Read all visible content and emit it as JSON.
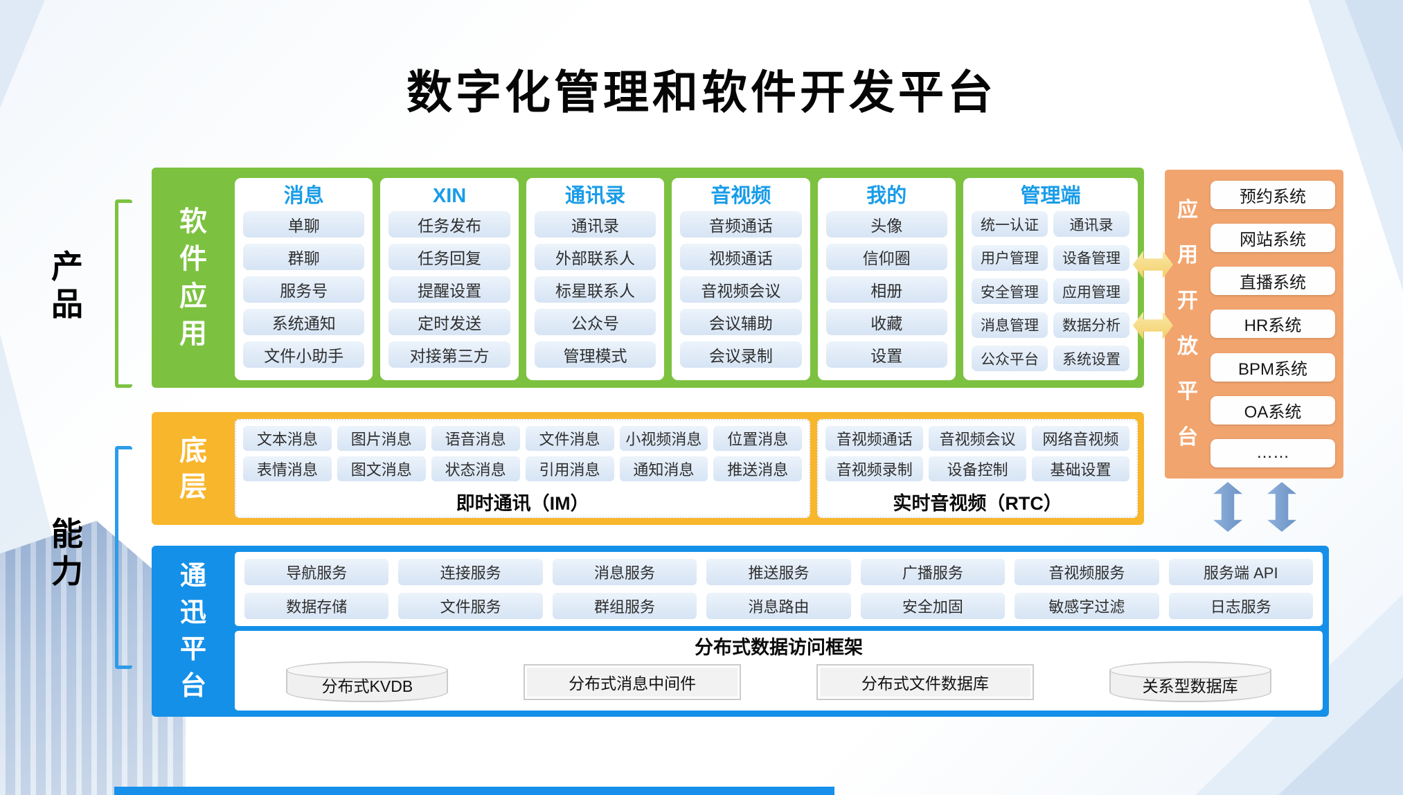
{
  "title": "数字化管理和软件开发平台",
  "left_labels": {
    "product": "产品",
    "capability": "能力"
  },
  "software_app": {
    "label": "软件应用",
    "columns": [
      {
        "header": "消息",
        "items": [
          "单聊",
          "群聊",
          "服务号",
          "系统通知",
          "文件小助手"
        ]
      },
      {
        "header": "XIN",
        "items": [
          "任务发布",
          "任务回复",
          "提醒设置",
          "定时发送",
          "对接第三方"
        ]
      },
      {
        "header": "通讯录",
        "items": [
          "通讯录",
          "外部联系人",
          "标星联系人",
          "公众号",
          "管理模式"
        ]
      },
      {
        "header": "音视频",
        "items": [
          "音频通话",
          "视频通话",
          "音视频会议",
          "会议辅助",
          "会议录制"
        ]
      },
      {
        "header": "我的",
        "items": [
          "头像",
          "信仰圈",
          "相册",
          "收藏",
          "设置"
        ]
      },
      {
        "header": "管理端",
        "items": [
          "统一认证",
          "通讯录",
          "用户管理",
          "设备管理",
          "安全管理",
          "应用管理",
          "消息管理",
          "数据分析",
          "公众平台",
          "系统设置"
        ]
      }
    ]
  },
  "base_layer": {
    "label": "底层",
    "im": {
      "rows": [
        [
          "文本消息",
          "图片消息",
          "语音消息",
          "文件消息",
          "小视频消息",
          "位置消息"
        ],
        [
          "表情消息",
          "图文消息",
          "状态消息",
          "引用消息",
          "通知消息",
          "推送消息"
        ]
      ],
      "caption": "即时通讯（IM）"
    },
    "rtc": {
      "rows": [
        [
          "音视频通话",
          "音视频会议",
          "网络音视频"
        ],
        [
          "音视频录制",
          "设备控制",
          "基础设置"
        ]
      ],
      "caption": "实时音视频（RTC）"
    }
  },
  "comm_platform": {
    "label": "通迅平台",
    "service_rows": [
      [
        "导航服务",
        "连接服务",
        "消息服务",
        "推送服务",
        "广播服务",
        "音视频服务",
        "服务端 API"
      ],
      [
        "数据存储",
        "文件服务",
        "群组服务",
        "消息路由",
        "安全加固",
        "敏感字过滤",
        "日志服务"
      ]
    ],
    "framework": {
      "title": "分布式数据访问框架",
      "stores": [
        {
          "shape": "cylinder",
          "label": "分布式KVDB"
        },
        {
          "shape": "box",
          "label": "分布式消息中间件"
        },
        {
          "shape": "box",
          "label": "分布式文件数据库"
        },
        {
          "shape": "cylinder",
          "label": "关系型数据库"
        }
      ]
    }
  },
  "open_platform": {
    "label": "应用开放平台",
    "systems": [
      "预约系统",
      "网站系统",
      "直播系统",
      "HR系统",
      "BPM系统",
      "OA系统",
      "……"
    ]
  },
  "colors": {
    "green": "#7cc240",
    "yellow": "#f8b62d",
    "blue": "#1590e8",
    "orange": "#f2a46e",
    "header_blue": "#199ce8",
    "chip_bg": "#dbe7f5",
    "arrow_yellow": "#f3cf6a",
    "arrow_blue": "#7496c8",
    "bottom_bar_blue": "#1690ea"
  }
}
